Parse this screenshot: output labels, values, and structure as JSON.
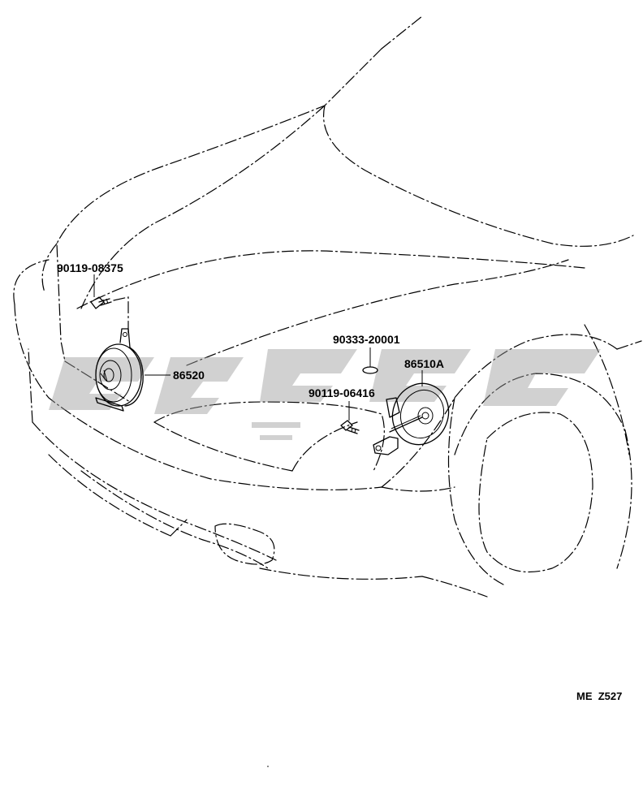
{
  "diagram": {
    "parts": [
      {
        "id": "bolt-left",
        "label": "90119-08375"
      },
      {
        "id": "horn-low",
        "label": "86520"
      },
      {
        "id": "clip",
        "label": "90333-20001"
      },
      {
        "id": "horn-high",
        "label": "86510A"
      },
      {
        "id": "bolt-right",
        "label": "90119-06416"
      }
    ],
    "drawing_code": "ME  Z527"
  }
}
